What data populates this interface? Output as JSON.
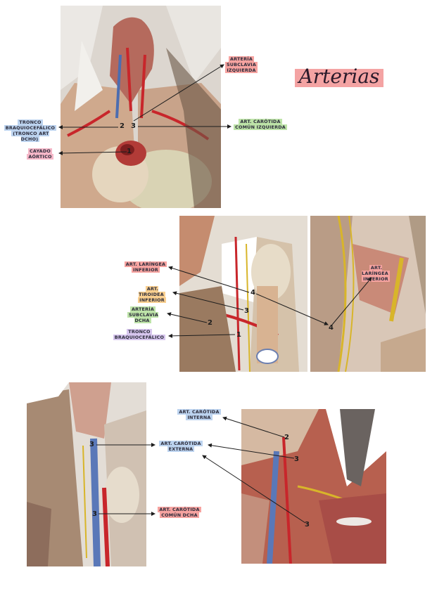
{
  "title": "Arterias",
  "colors": {
    "title_highlight": "#f4a3a3"
  },
  "section1": {
    "labels": {
      "subclavia_izq": [
        "ARTERÍA",
        "SUBCLAVIA",
        "IZQUIERDA"
      ],
      "tronco": [
        "TRONCO",
        "BRAQUIOCEFÁLICO",
        "(TRONCO ART DCHO)"
      ],
      "cayado": [
        "CAYADO",
        "AÓRTICO"
      ],
      "carotida_izq": [
        "ART. CARÓTIDA",
        "COMÚN IZQUIERDA"
      ]
    },
    "numbers": [
      "1",
      "2",
      "3"
    ]
  },
  "section2": {
    "labels": {
      "laringea": [
        "ART. LARÍNGEA",
        "INFERIOR"
      ],
      "tiroidea": [
        "ART. TIROIDEA",
        "INFERIOR"
      ],
      "subclavia_dcha": [
        "ARTERÍA",
        "SUBCLAVIA DCHA"
      ],
      "tronco": [
        "TRONCO",
        "BRAQUIOCEFÁLICO"
      ],
      "laringea_right": [
        "ART. LARÍNGEA",
        "INFERIOR"
      ]
    },
    "numbers": [
      "4",
      "3",
      "2",
      "1",
      "4"
    ]
  },
  "section3": {
    "labels": {
      "carotida_int": [
        "ART. CARÓTIDA",
        "INTERNA"
      ],
      "carotida_ext": [
        "ART. CARÓTIDA",
        "EXTERNA"
      ],
      "carotida_dcha": [
        "ART. CARÓTIDA",
        "COMÚN DCHA"
      ]
    },
    "numbers": [
      "3",
      "3",
      "2",
      "3",
      "3"
    ]
  }
}
